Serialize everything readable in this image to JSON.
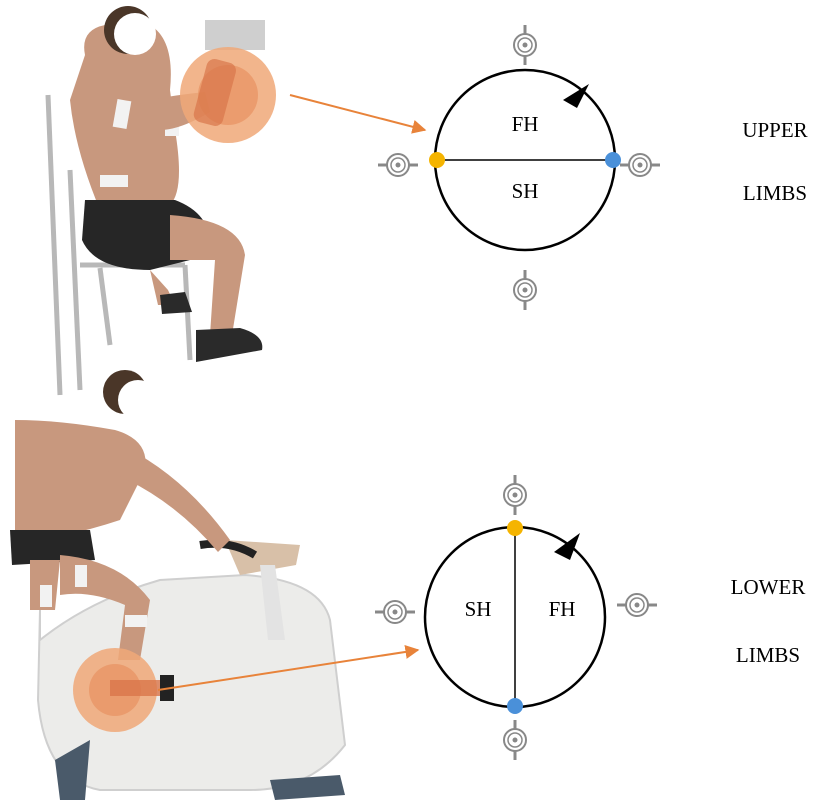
{
  "upper": {
    "first_half": "FH",
    "second_half": "SH",
    "caption_line1": "UPPER",
    "caption_line2": "LIMBS",
    "photo_icon": "person-arm-ergometer-photo"
  },
  "lower": {
    "first_half": "FH",
    "second_half": "SH",
    "caption_line1": "LOWER",
    "caption_line2": "LIMBS",
    "photo_icon": "person-cycle-ergometer-photo"
  },
  "colors": {
    "start_marker": "#f5b400",
    "end_marker": "#4a90d9",
    "arrow": "#e8833a",
    "crank_highlight": "#f0a878",
    "line": "#000000"
  }
}
